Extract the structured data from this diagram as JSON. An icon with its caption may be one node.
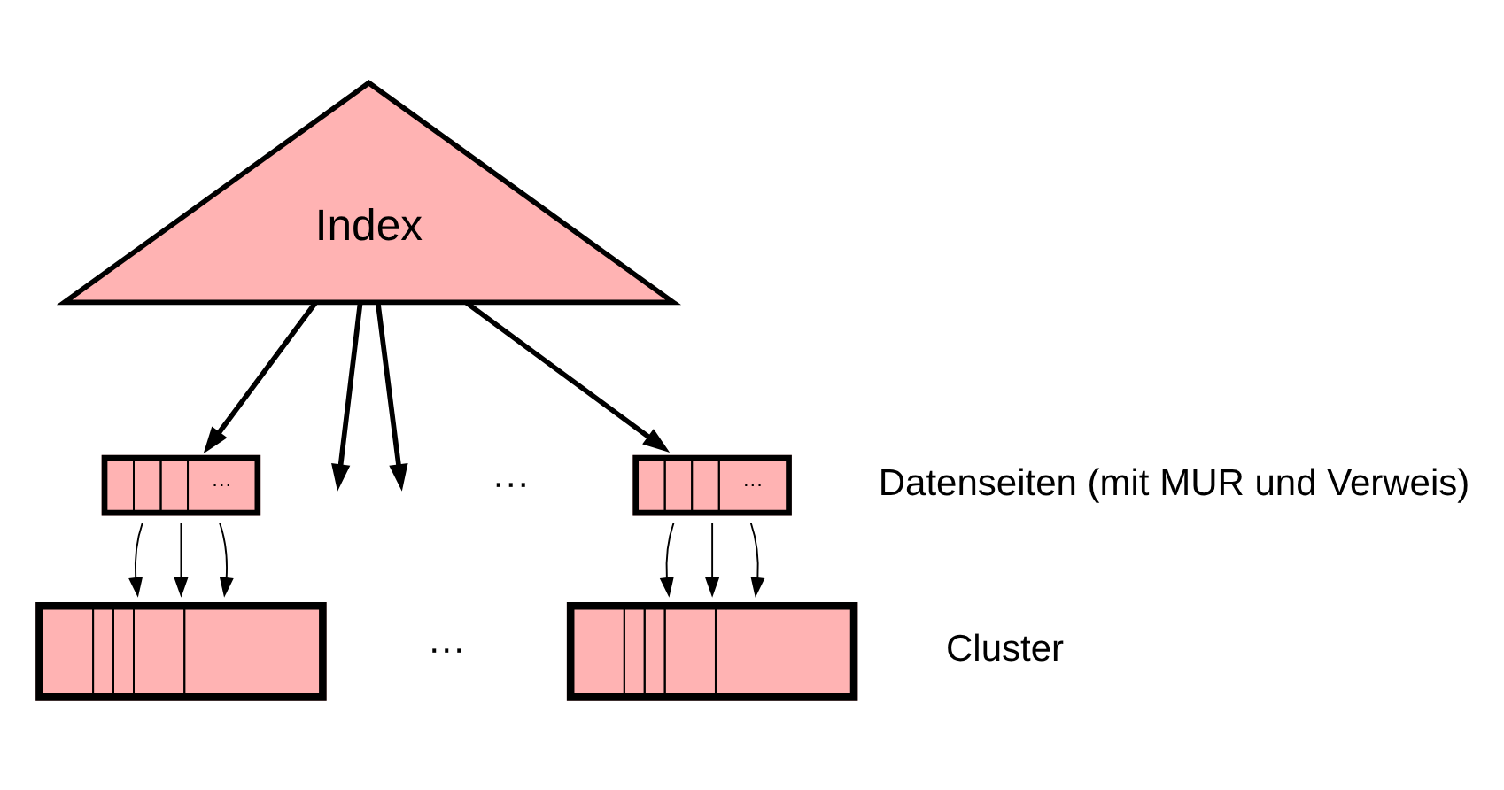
{
  "diagram": {
    "nodes": [
      {
        "text": [
          "Index"
        ]
      },
      {
        "text": [
          "···"
        ]
      },
      {
        "text": [
          "···"
        ]
      },
      {
        "text": [],
        "shape": "box"
      },
      {
        "text": [],
        "shape": "box"
      }
    ],
    "edges": [
      {
        "from": 0,
        "to": 1,
        "arrow": "to",
        "style": "thick"
      },
      {
        "from": 0,
        "to": null,
        "arrow": "to",
        "style": "thick"
      },
      {
        "from": 0,
        "to": null,
        "arrow": "to",
        "style": "thick"
      },
      {
        "from": 0,
        "to": 2,
        "arrow": "to",
        "style": "thick"
      },
      {
        "from": 1,
        "to": 3,
        "arrow": "to"
      },
      {
        "from": 1,
        "to": 3,
        "arrow": "to"
      },
      {
        "from": 1,
        "to": 3,
        "arrow": "to"
      },
      {
        "from": 2,
        "to": 4,
        "arrow": "to"
      },
      {
        "from": 2,
        "to": 4,
        "arrow": "to"
      },
      {
        "from": 2,
        "to": 4,
        "arrow": "to"
      }
    ],
    "labels": [
      "···",
      "Datenseiten (mit MUR und Verweis)",
      "···",
      "Cluster"
    ]
  }
}
